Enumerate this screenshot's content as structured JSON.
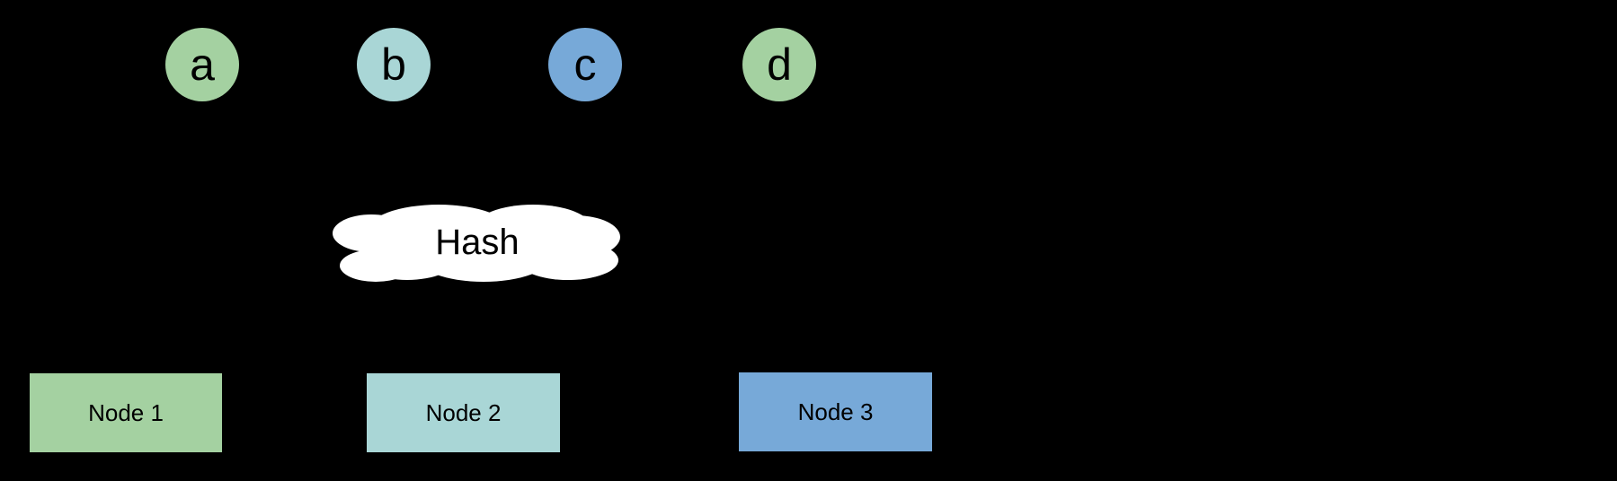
{
  "diagram": {
    "background_color": "#000000",
    "keys": [
      {
        "label": "a",
        "color": "#a4d1a1"
      },
      {
        "label": "b",
        "color": "#a9d6d6"
      },
      {
        "label": "c",
        "color": "#77a9d8"
      },
      {
        "label": "d",
        "color": "#a4d1a1"
      }
    ],
    "hash_cloud": {
      "label": "Hash",
      "fill_color": "#ffffff",
      "text_color": "#000000"
    },
    "nodes": [
      {
        "label": "Node 1",
        "color": "#a4d1a1"
      },
      {
        "label": "Node 2",
        "color": "#a9d6d6"
      },
      {
        "label": "Node 3",
        "color": "#77a9d8"
      }
    ]
  }
}
